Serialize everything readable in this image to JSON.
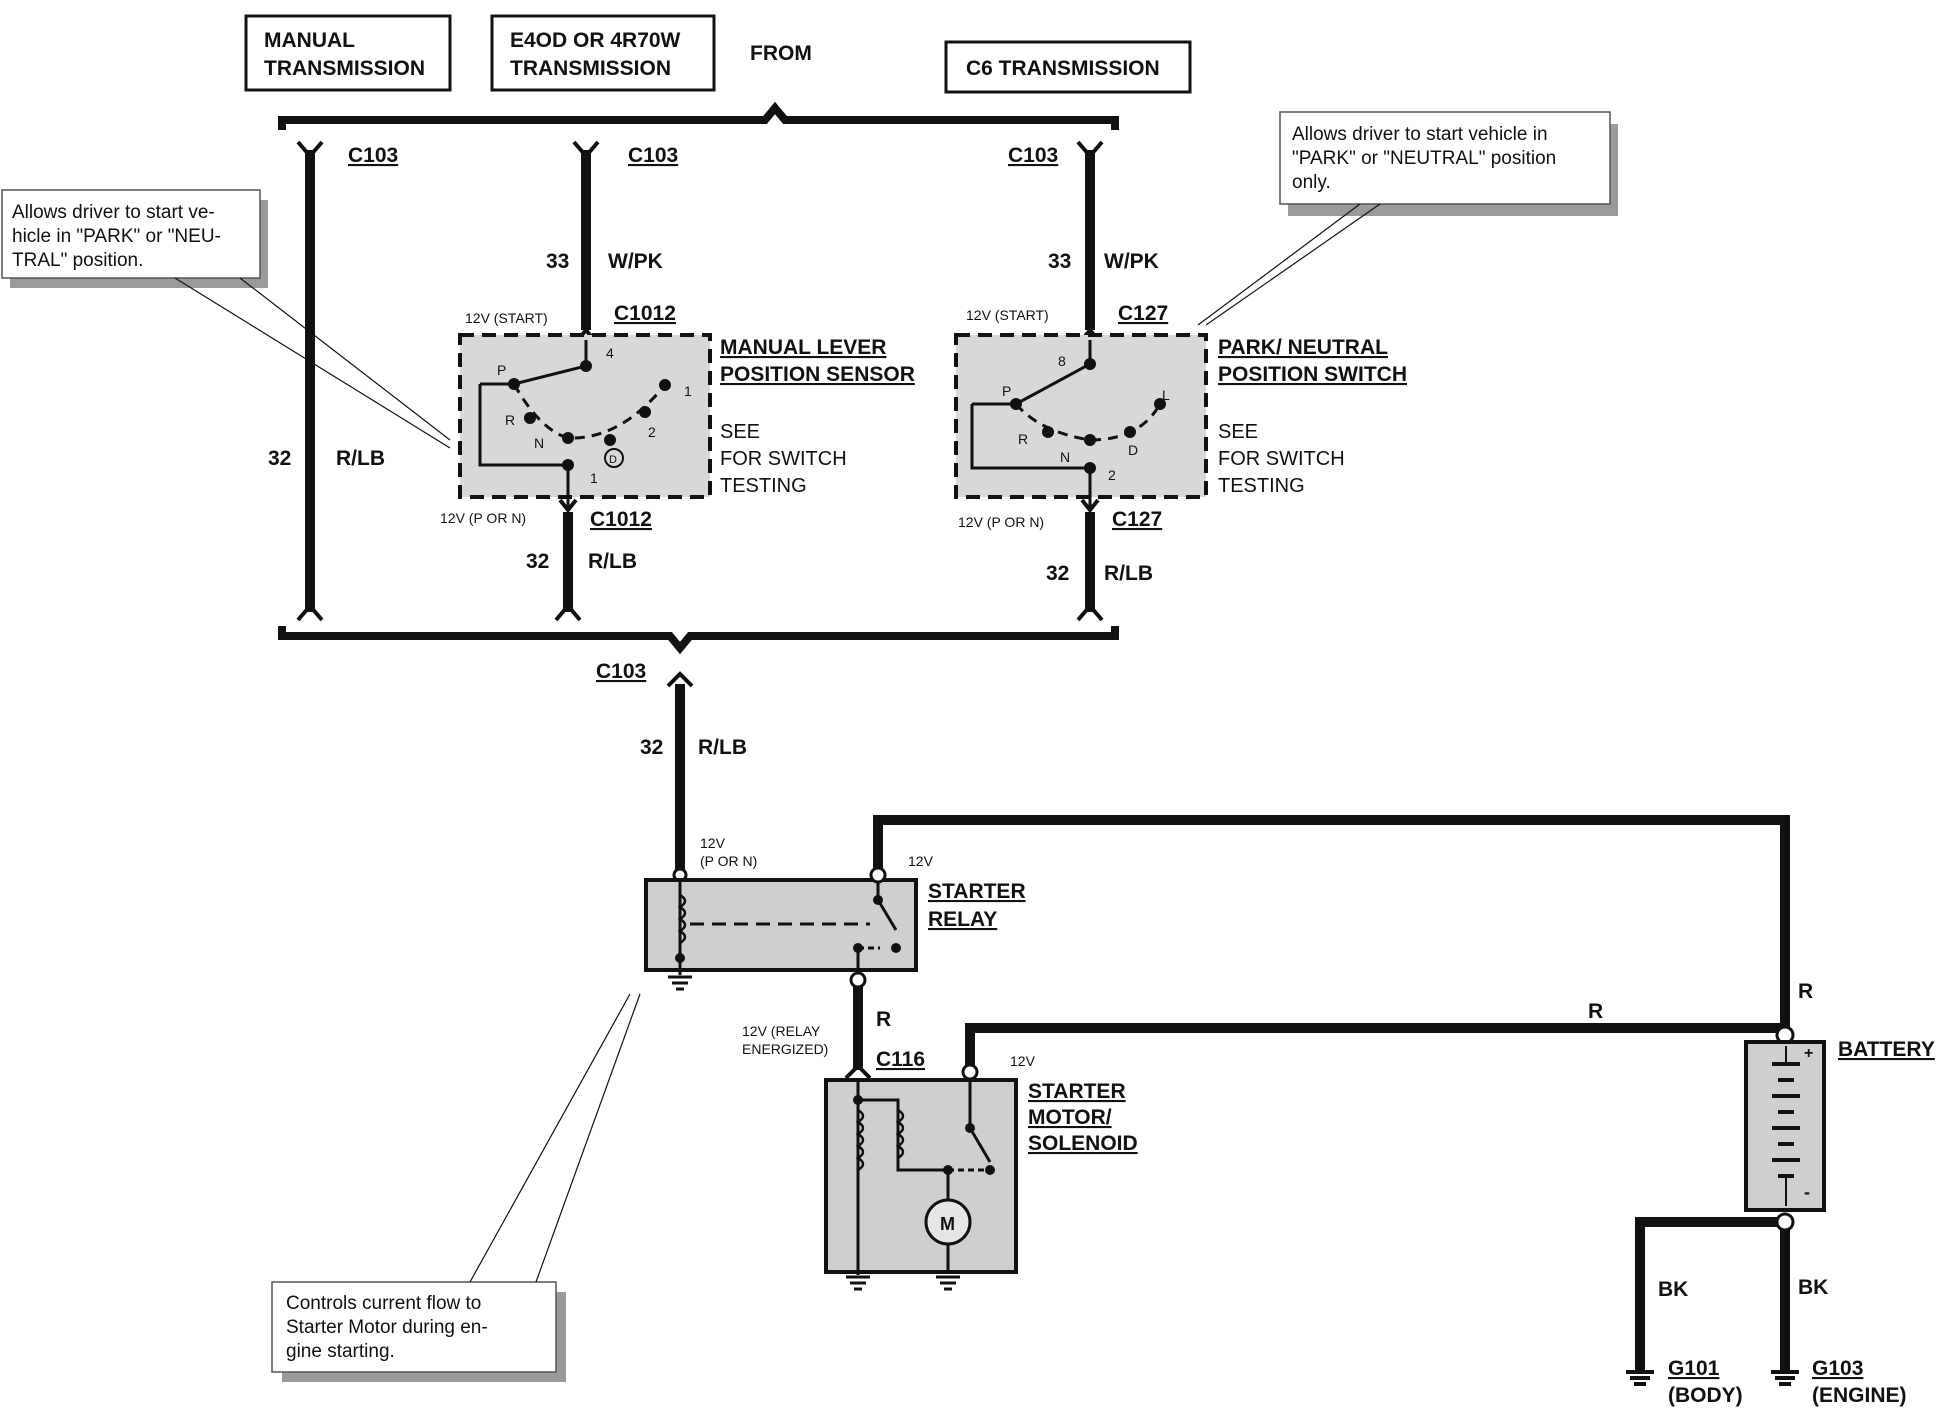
{
  "headers": {
    "manual_line1": "MANUAL",
    "manual_line2": "TRANSMISSION",
    "e4od_line1": "E4OD OR 4R70W",
    "e4od_line2": "TRANSMISSION",
    "from": "FROM",
    "c6": "C6 TRANSMISSION"
  },
  "connectors": {
    "c103": "C103",
    "c1012": "C1012",
    "c127": "C127",
    "c116": "C116"
  },
  "wires": {
    "circuit_33": "33",
    "color_33": "W/PK",
    "circuit_32": "32",
    "color_32": "R/LB",
    "red": "R",
    "black": "BK"
  },
  "voltages": {
    "start": "12V (START)",
    "p_or_n": "12V (P OR N)",
    "relay_p_or_n_1": "12V",
    "relay_p_or_n_2": "(P OR N)",
    "v12": "12V",
    "relay_energized_1": "12V (RELAY",
    "relay_energized_2": "ENERGIZED)"
  },
  "components": {
    "mlps_line1": "MANUAL LEVER",
    "mlps_line2": "POSITION SENSOR",
    "pns_line1": "PARK/ NEUTRAL",
    "pns_line2": "POSITION SWITCH",
    "see": "SEE",
    "for_switch": "FOR SWITCH",
    "testing": "TESTING",
    "relay_line1": "STARTER",
    "relay_line2": "RELAY",
    "motor_line1": "STARTER",
    "motor_line2": "MOTOR/",
    "motor_line3": "SOLENOID",
    "battery": "BATTERY",
    "motor_symbol": "M",
    "plus": "+",
    "minus": "-"
  },
  "mlps_positions": {
    "p": "P",
    "r": "R",
    "n": "N",
    "d": "D",
    "two": "2",
    "one": "1",
    "pin4": "4",
    "pin1": "1"
  },
  "pns_positions": {
    "p": "P",
    "r": "R",
    "n": "N",
    "d": "D",
    "l": "L",
    "pin8": "8",
    "pin2": "2"
  },
  "grounds": {
    "g101": "G101",
    "g101_loc": "(BODY)",
    "g103": "G103",
    "g103_loc": "(ENGINE)"
  },
  "callouts": {
    "left_1": "Allows driver to start ve-",
    "left_2": "hicle in \"PARK\" or \"NEU-",
    "left_3": "TRAL\" position.",
    "right_1": "Allows driver to start vehicle in",
    "right_2": "\"PARK\" or \"NEUTRAL\" position",
    "right_3": "only.",
    "bottom_1": "Controls current flow to",
    "bottom_2": "Starter Motor during en-",
    "bottom_3": "gine starting."
  }
}
